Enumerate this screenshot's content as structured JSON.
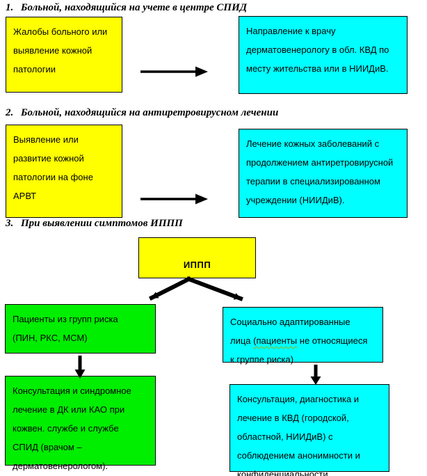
{
  "document": {
    "type": "flowchart",
    "language": "ru"
  },
  "colors": {
    "yellow": "#FFFF00",
    "cyan": "#00FFFF",
    "green": "#00EE00",
    "border": "#000000",
    "arrow": "#000000",
    "text": "#000000",
    "wavy_underline": "#9aae12"
  },
  "sections": [
    {
      "number": "1.",
      "title": "Больной, находящийся на учете в центре СПИД",
      "left_box": {
        "text": "Жалобы больного или\nвыявление кожной\nпатологии"
      },
      "right_box": {
        "text": "Направление к врачу\nдерматовенерологу в обл. КВД по\nместу жительства или в НИИДиВ."
      }
    },
    {
      "number": "2.",
      "title": "Больной, находящийся на антиретровирусном лечении",
      "left_box": {
        "text": "Выявление или\nразвитие кожной\nпатологии на фоне\nАРВТ"
      },
      "right_box": {
        "text": "Лечение кожных заболеваний с\nпродолжением антиретровирусной\nтерапии в специализированном\nучреждении (НИИДиВ)."
      }
    },
    {
      "number": "3.",
      "title": "При выявлении симптомов ИППП",
      "root_box": {
        "label": "ИППП"
      },
      "left_branch": {
        "top_box": {
          "text": "Пациенты из групп риска\n(ПИН, РКС, МСМ)"
        },
        "bottom_box": {
          "text": "Консультация и синдромное\nлечение в ДК или КАО при\nкожвен. службе и службе\nСПИД (врачом –\nдерматовенерологом)."
        }
      },
      "right_branch": {
        "top_box": {
          "pre": "Социально адаптированные\nлица ",
          "wavy": "(пациенты",
          "post": " не относящиеся\nк группе риска)"
        },
        "bottom_box": {
          "text": "Консультация, диагностика и\nлечение в КВД (городской,\nобластной, НИИДиВ) с\nсоблюдением анонимности и\nконфиденциальности"
        }
      }
    }
  ]
}
